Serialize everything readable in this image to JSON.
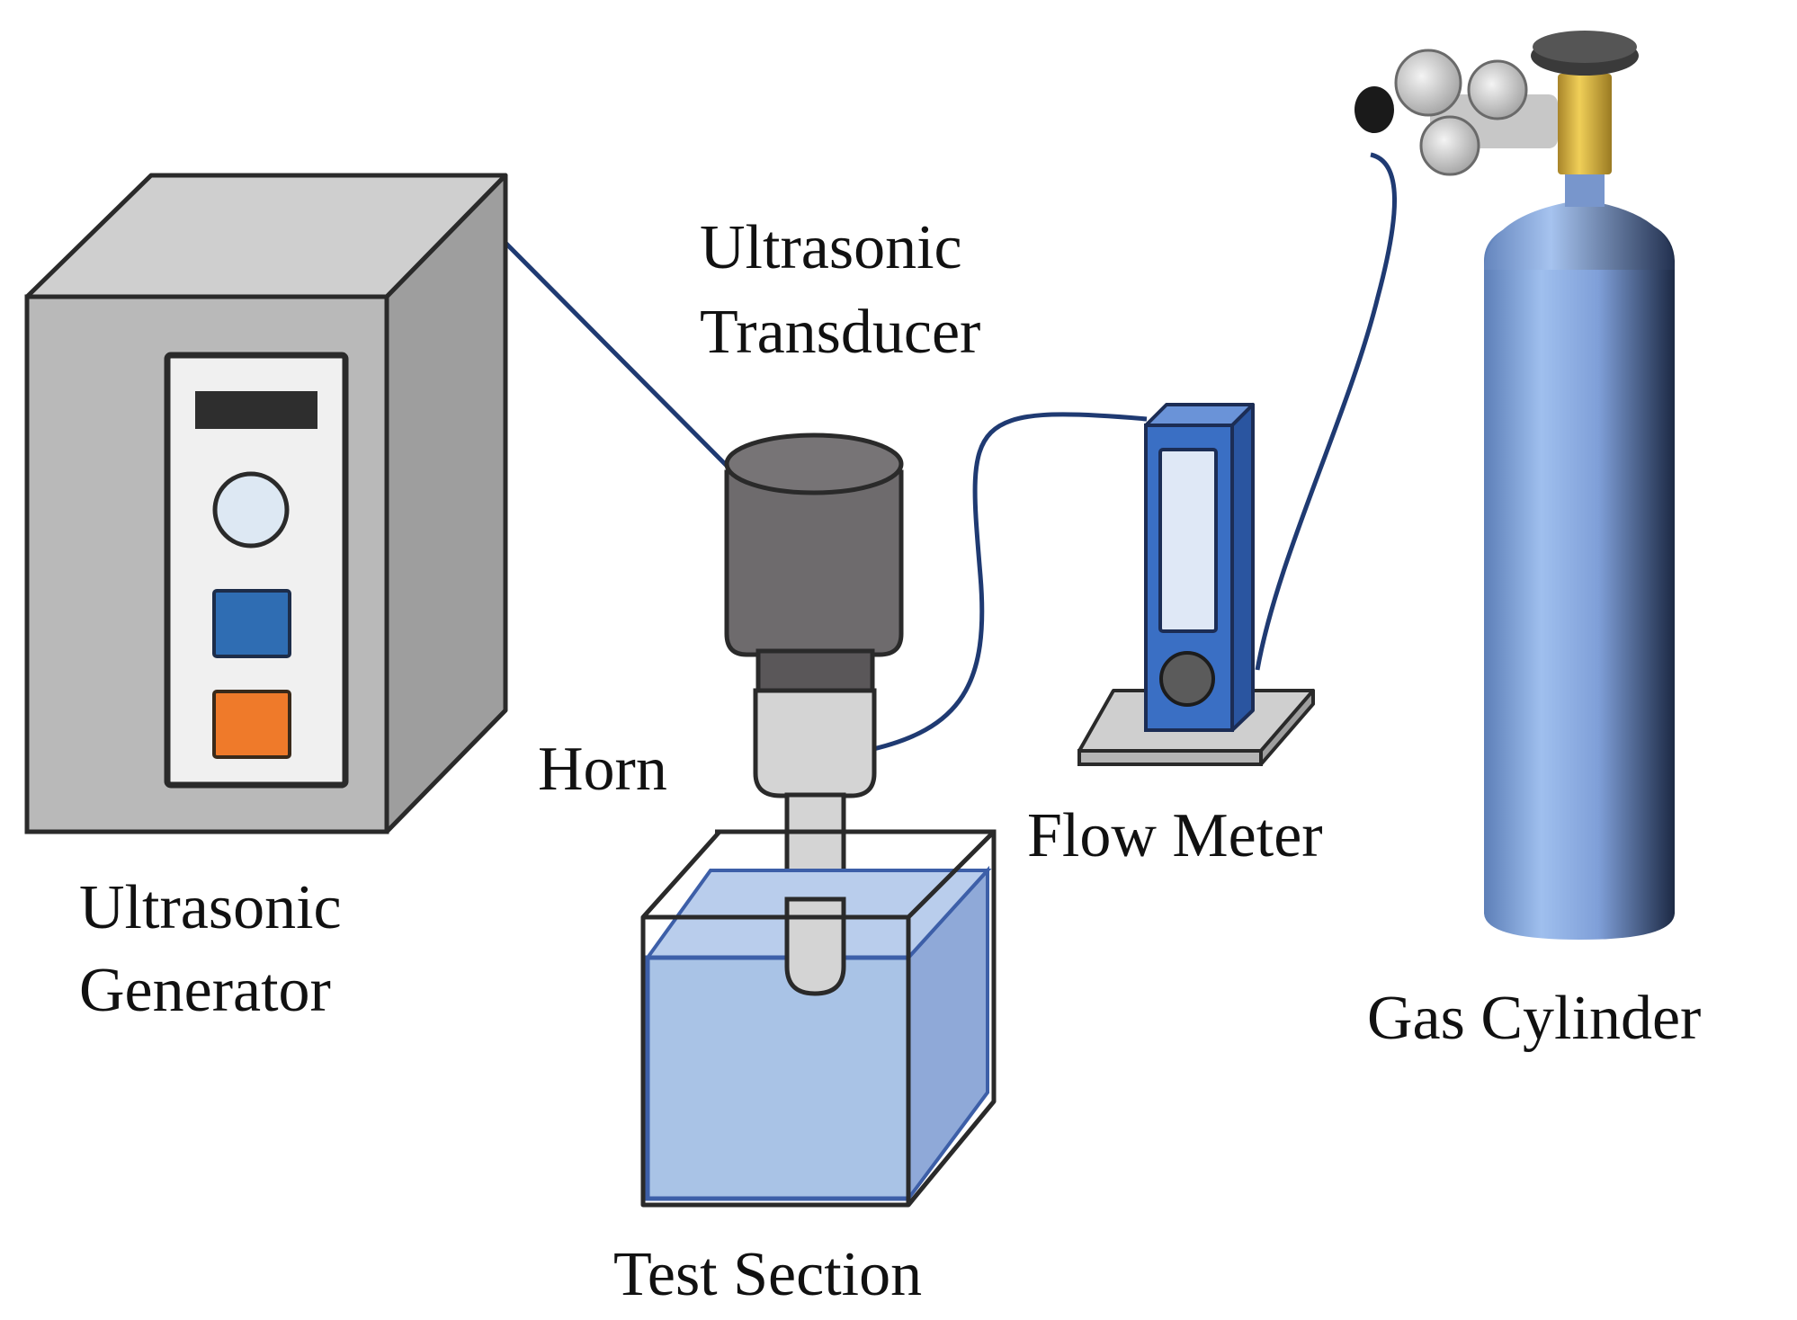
{
  "labels": {
    "ultrasonic_transducer": [
      "Ultrasonic",
      "Transducer"
    ],
    "ultrasonic_generator": [
      "Ultrasonic",
      "Generator"
    ],
    "horn": "Horn",
    "flow_meter": "Flow Meter",
    "gas_cylinder": "Gas Cylinder",
    "test_section": "Test Section"
  },
  "colors": {
    "cable": "#1f3a72",
    "generator_front": "#b9b9b9",
    "generator_top": "#cfcfcf",
    "generator_side": "#9e9e9e",
    "generator_display": "#2e2e2e",
    "generator_knob": "#dde8f3",
    "generator_button_blue": "#2f6db3",
    "generator_button_orange": "#ef7a2a",
    "transducer": "#6e6b6d",
    "horn": "#d4d4d4",
    "water": "#a9c3e6",
    "flow_meter": "#3a6fc4",
    "cylinder": "#7fa2db",
    "valve_brass": "#e0b93c"
  }
}
